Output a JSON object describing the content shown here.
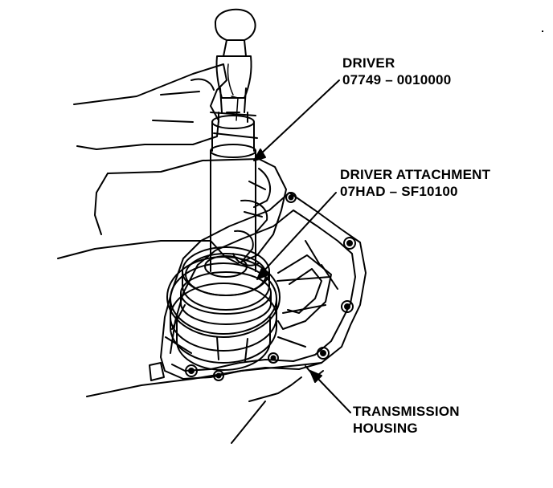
{
  "callouts": {
    "driver": {
      "name": "DRIVER",
      "part_number": "07749 – 0010000"
    },
    "driver_attachment": {
      "name": "DRIVER ATTACHMENT",
      "part_number": "07HAD – SF10100"
    },
    "transmission_housing": {
      "line1": "TRANSMISSION",
      "line2": "HOUSING"
    }
  },
  "colors": {
    "ink": "#000000",
    "paper": "#ffffff"
  }
}
